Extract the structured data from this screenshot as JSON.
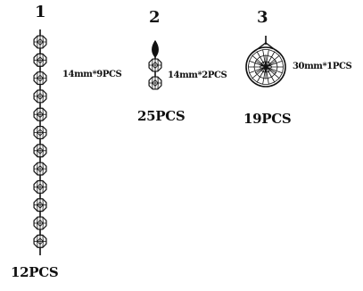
{
  "items": [
    {
      "number": "1",
      "spec": "14mm*9PCS",
      "total": "12PCS",
      "crystal_count": 12
    },
    {
      "number": "2",
      "spec": "14mm*2PCS",
      "total": "25PCS",
      "crystal_count": 2
    },
    {
      "number": "3",
      "spec": "30mm*1PCS",
      "total": "19PCS",
      "crystal_count": 1
    }
  ],
  "colors": {
    "ink": "#111111",
    "background": "#ffffff"
  }
}
